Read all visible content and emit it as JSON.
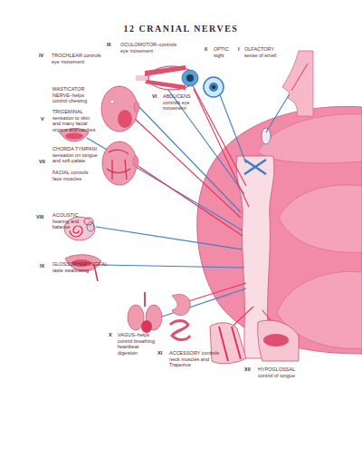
{
  "diagram": {
    "title": "12 CRANIAL NERVES",
    "labels": [
      "III",
      "OCULOMOTOR–controls eye movement",
      "IV",
      "TROCHLEAR controls eye movement",
      "V",
      "MASTICATOR NERVE–helps control chewing",
      "TRIGEMINAL sensation to skin and many facial organs and cavities",
      "VI",
      "ABDUCENS controls eye movement",
      "II",
      "OPTIC sight",
      "I",
      "OLFACTORY sense of smell",
      "VII",
      "CHORDA TYMPANI sensation on tongue and soft palate",
      "FACIAL controls face muscles",
      "VIII",
      "ACOUSTIC hearing and balance",
      "IX",
      "GLOSSOPHARYNGEAL taste swallowing",
      "X",
      "VAGUS–helps control breathing heartbeat digestion",
      "XI",
      "ACCESSORY controls neck muscles and Trapezius",
      "XII",
      "HYPOGLOSSAL control of tongue"
    ]
  }
}
